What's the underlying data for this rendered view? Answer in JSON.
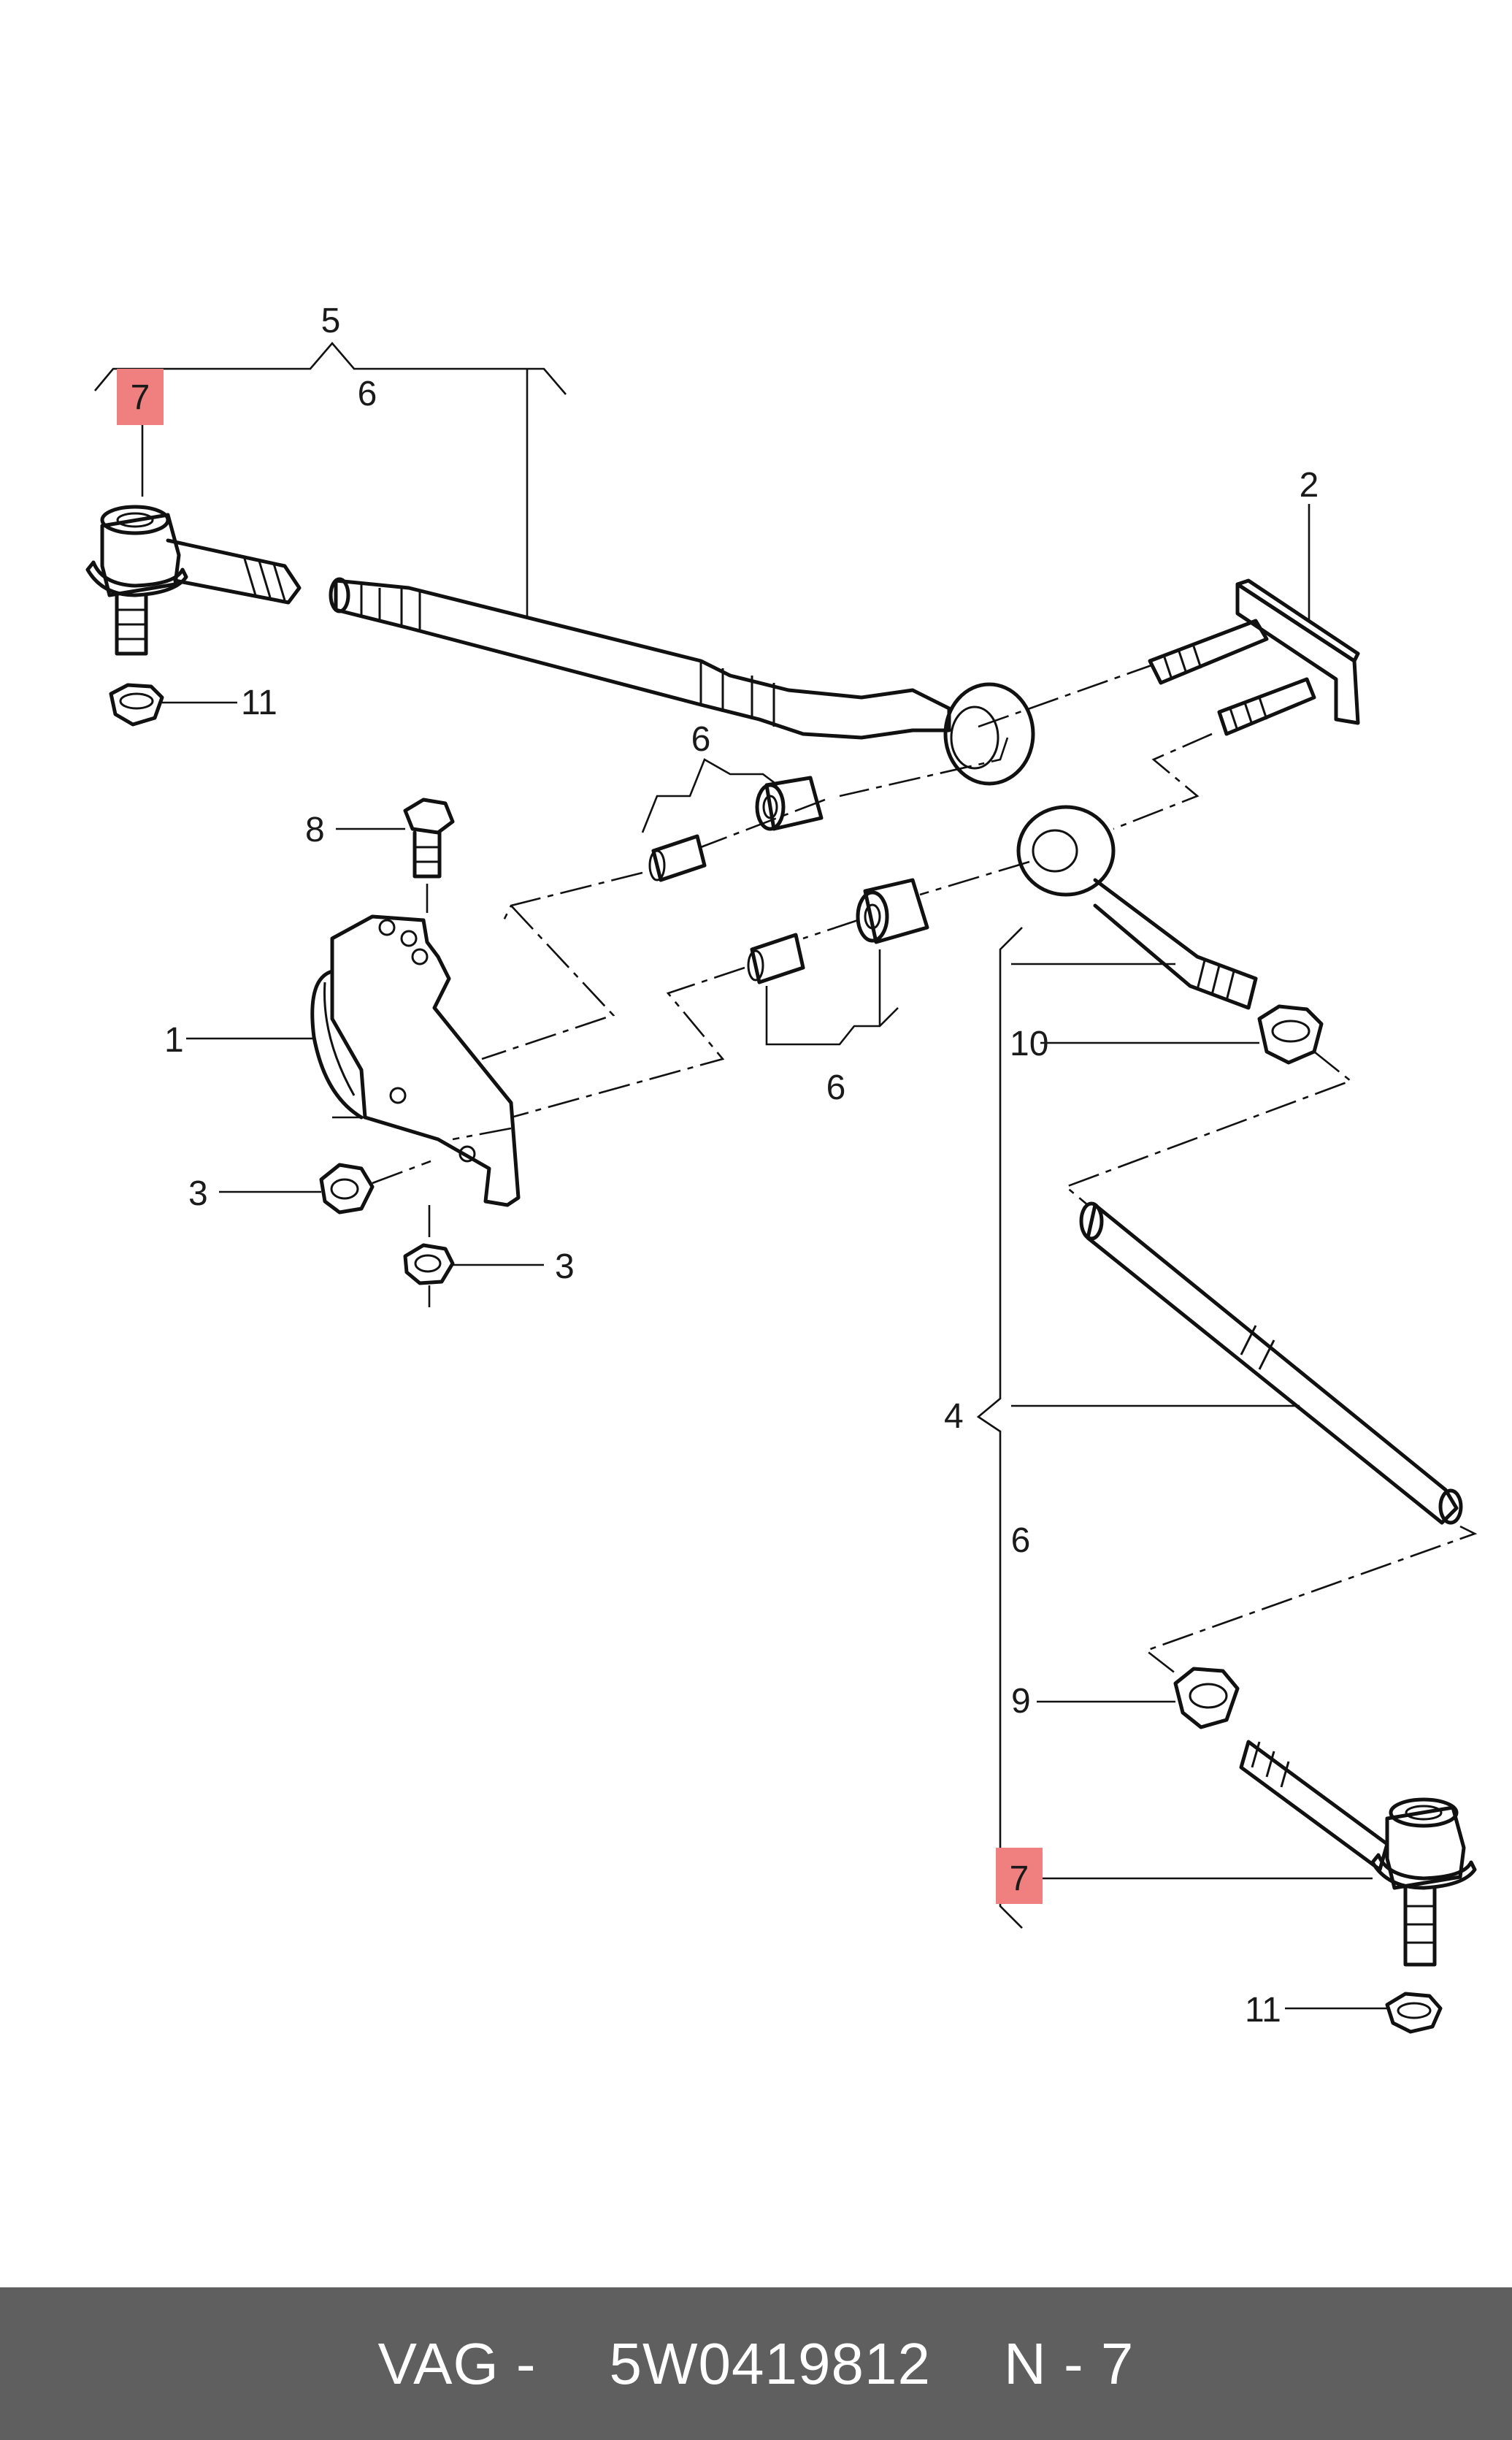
{
  "colors": {
    "footer_background": "#5f5f5f",
    "footer_text": "#ffffff",
    "highlight": "#f08080",
    "line": "#111111"
  },
  "callouts": {
    "c1": "1",
    "c2": "2",
    "c3a": "3",
    "c3b": "3",
    "c4": "4",
    "c5": "5",
    "c6_top": "6",
    "c6_bush_top": "6",
    "c6_bush_bottom": "6",
    "c6_right": "6",
    "c7_top": "7",
    "c7_bottom": "7",
    "c8": "8",
    "c9": "9",
    "c10": "10",
    "c11_top": "11",
    "c11_bottom": "11"
  },
  "highlighted_part": "7",
  "footer": {
    "brand": "VAG -",
    "part_number": "5W0419812",
    "position": "N - 7"
  }
}
